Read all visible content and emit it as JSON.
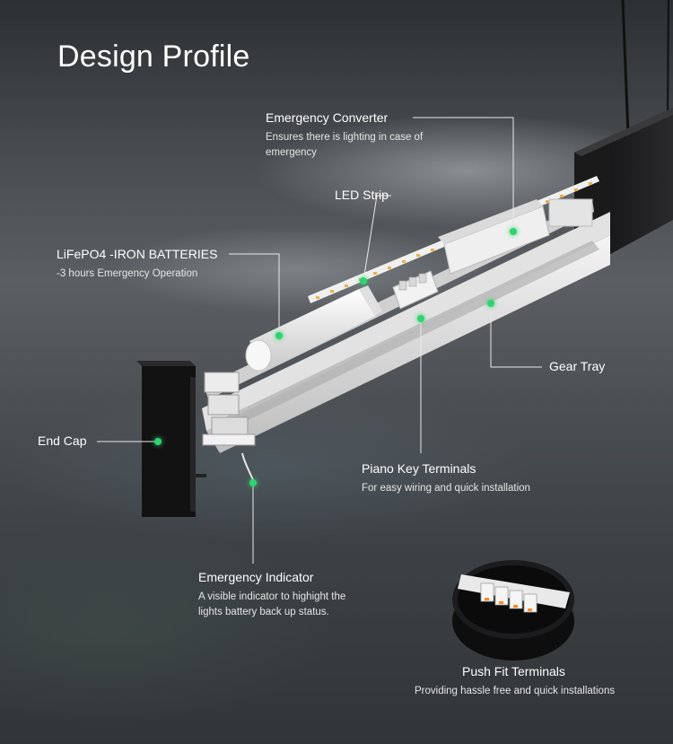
{
  "title": "Design Profile",
  "accent_color": "#2fd36f",
  "callouts": {
    "emergency_converter": {
      "label": "Emergency Converter",
      "desc": "Ensures there is lighting in case of emergency"
    },
    "led_strip": {
      "label": "LED Strip"
    },
    "batteries": {
      "label": "LiFePO4 -IRON BATTERIES",
      "desc": "-3 hours Emergency Operation"
    },
    "gear_tray": {
      "label": "Gear Tray"
    },
    "end_cap": {
      "label": "End Cap"
    },
    "piano_key": {
      "label": "Piano Key Terminals",
      "desc": "For easy wiring and quick installation"
    },
    "emergency_indicator": {
      "label": "Emergency Indicator",
      "desc": "A visible indicator to highight the lights battery back up status."
    },
    "push_fit": {
      "label": "Push Fit Terminals",
      "desc": "Providing hassle free and quick installations"
    }
  }
}
